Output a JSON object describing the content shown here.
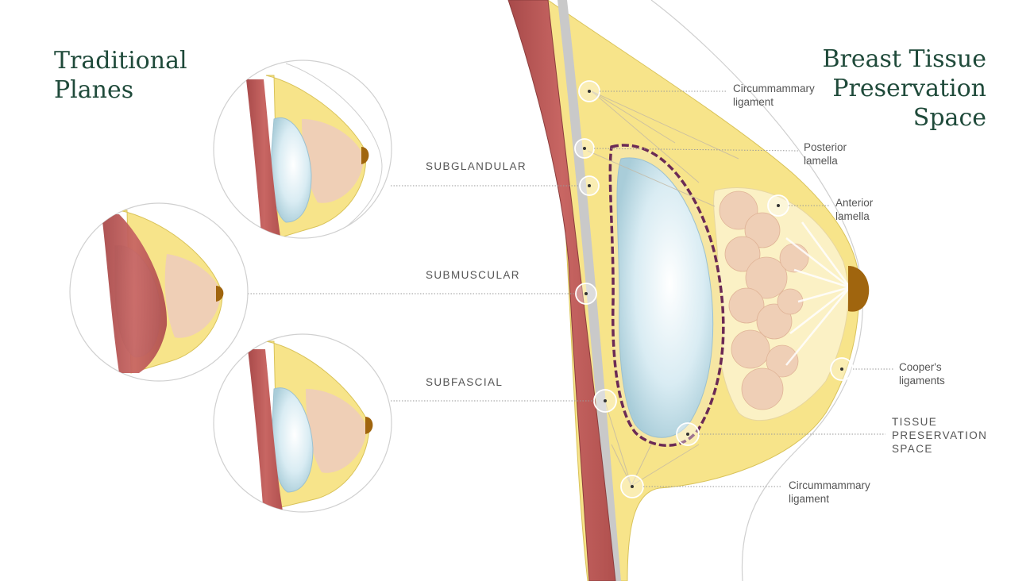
{
  "titles": {
    "left": [
      "Traditional",
      "Planes"
    ],
    "right": [
      "Breast Tissue",
      "Preservation",
      "Space"
    ]
  },
  "planes": {
    "subglandular": "SUBGLANDULAR",
    "submuscular": "SUBMUSCULAR",
    "subfascial": "SUBFASCIAL"
  },
  "labels": {
    "circummammary_top": [
      "Circummammary",
      "ligament"
    ],
    "posterior_lamella": [
      "Posterior",
      "lamella"
    ],
    "anterior_lamella": [
      "Anterior",
      "lamella"
    ],
    "coopers_ligaments": [
      "Cooper's",
      "ligaments"
    ],
    "tissue_preservation_space": [
      "TISSUE",
      "PRESERVATION",
      "SPACE"
    ],
    "circummammary_bottom": [
      "Circummammary",
      "ligament"
    ]
  },
  "colors": {
    "title": "#1f4a3a",
    "muscle": "#c2605e",
    "fat": "#f7e48a",
    "gland": "#f1d9c3",
    "implant": "#d7ebf2",
    "nipple": "#a0650e",
    "fascia": "#6b2a55"
  }
}
